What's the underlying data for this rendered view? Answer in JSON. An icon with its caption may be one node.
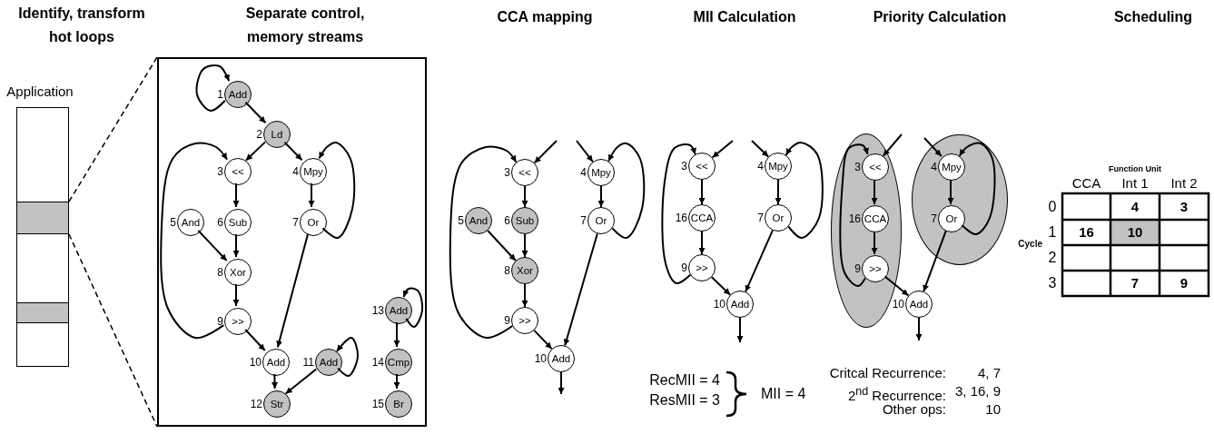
{
  "diagram": {
    "nodes": [
      {
        "text": [
          "Application"
        ]
      },
      {
        "text": [],
        "shape": "bar",
        "in": 0
      },
      {
        "text": [],
        "shape": "bar",
        "in": 0
      },
      {
        "text": [],
        "shape": "box"
      },
      {
        "text": [
          "Add"
        ],
        "beside": [
          "1"
        ],
        "in": 3
      },
      {
        "text": [
          "Ld"
        ],
        "beside": [
          "2"
        ],
        "in": 3
      },
      {
        "text": [
          "<<"
        ],
        "beside": [
          "3"
        ],
        "in": 3
      },
      {
        "text": [
          "Mpy"
        ],
        "beside": [
          "4"
        ],
        "in": 3
      },
      {
        "text": [
          "And"
        ],
        "beside": [
          "5"
        ],
        "in": 3
      },
      {
        "text": [
          "Sub"
        ],
        "beside": [
          "6"
        ],
        "in": 3
      },
      {
        "text": [
          "Or"
        ],
        "beside": [
          "7"
        ],
        "in": 3
      },
      {
        "text": [
          "Xor"
        ],
        "beside": [
          "8"
        ],
        "in": 3
      },
      {
        "text": [
          ">>"
        ],
        "beside": [
          "9"
        ],
        "in": 3
      },
      {
        "text": [
          "Add"
        ],
        "beside": [
          "10"
        ],
        "in": 3
      },
      {
        "text": [
          "Add"
        ],
        "beside": [
          "11"
        ],
        "in": 3
      },
      {
        "text": [
          "Str"
        ],
        "beside": [
          "12"
        ],
        "in": 3
      },
      {
        "text": [
          "Add"
        ],
        "beside": [
          "13"
        ],
        "in": 3
      },
      {
        "text": [
          "Cmp"
        ],
        "beside": [
          "14"
        ],
        "in": 3
      },
      {
        "text": [
          "Br"
        ],
        "beside": [
          "15"
        ],
        "in": 3
      },
      {
        "text": [
          "<<"
        ],
        "beside": [
          "3"
        ]
      },
      {
        "text": [
          "Mpy"
        ],
        "beside": [
          "4"
        ]
      },
      {
        "text": [
          "And"
        ],
        "beside": [
          "5"
        ]
      },
      {
        "text": [
          "Sub"
        ],
        "beside": [
          "6"
        ]
      },
      {
        "text": [
          "Or"
        ],
        "beside": [
          "7"
        ]
      },
      {
        "text": [
          "Xor"
        ],
        "beside": [
          "8"
        ]
      },
      {
        "text": [
          ">>"
        ],
        "beside": [
          "9"
        ]
      },
      {
        "text": [
          "Add"
        ],
        "beside": [
          "10"
        ]
      },
      {
        "text": [
          "<<"
        ],
        "beside": [
          "3"
        ]
      },
      {
        "text": [
          "Mpy"
        ],
        "beside": [
          "4"
        ]
      },
      {
        "text": [
          "CCA"
        ],
        "beside": [
          "16"
        ]
      },
      {
        "text": [
          "Or"
        ],
        "beside": [
          "7"
        ]
      },
      {
        "text": [
          ">>"
        ],
        "beside": [
          "9"
        ]
      },
      {
        "text": [
          "Add"
        ],
        "beside": [
          "10"
        ]
      },
      {
        "text": [],
        "shape": "ellipse"
      },
      {
        "text": [
          "<<"
        ],
        "beside": [
          "3"
        ],
        "in": 33
      },
      {
        "text": [
          "CCA"
        ],
        "beside": [
          "16"
        ],
        "in": 33
      },
      {
        "text": [
          ">>"
        ],
        "beside": [
          "9"
        ],
        "in": 33
      },
      {
        "text": [],
        "shape": "ellipse"
      },
      {
        "text": [
          "Mpy"
        ],
        "beside": [
          "4"
        ],
        "in": 37
      },
      {
        "text": [
          "Or"
        ],
        "beside": [
          "7"
        ],
        "in": 37
      },
      {
        "text": [
          "Add"
        ],
        "beside": [
          "10"
        ]
      }
    ],
    "edges": [
      {
        "from": 1,
        "to": 3,
        "arrow": "none",
        "style": "dashed"
      },
      {
        "from": 1,
        "to": 3,
        "arrow": "none",
        "style": "dashed"
      },
      {
        "from": 4,
        "to": 4,
        "arrow": "to"
      },
      {
        "from": 4,
        "to": 5,
        "arrow": "to"
      },
      {
        "from": 5,
        "to": 6,
        "arrow": "to"
      },
      {
        "from": 5,
        "to": 7,
        "arrow": "to"
      },
      {
        "from": 6,
        "to": 9,
        "arrow": "to"
      },
      {
        "from": 9,
        "to": 11,
        "arrow": "to"
      },
      {
        "from": 8,
        "to": 11,
        "arrow": "to"
      },
      {
        "from": 11,
        "to": 12,
        "arrow": "to"
      },
      {
        "from": 12,
        "to": 6,
        "arrow": "to"
      },
      {
        "from": 12,
        "to": 13,
        "arrow": "to"
      },
      {
        "from": 7,
        "to": 10,
        "arrow": "to"
      },
      {
        "from": 10,
        "to": 7,
        "arrow": "to"
      },
      {
        "from": 10,
        "to": 13,
        "arrow": "to"
      },
      {
        "from": 13,
        "to": 15,
        "arrow": "to"
      },
      {
        "from": 14,
        "to": 15,
        "arrow": "to"
      },
      {
        "from": 14,
        "to": 14,
        "arrow": "to"
      },
      {
        "from": 16,
        "to": 16,
        "arrow": "to"
      },
      {
        "from": 16,
        "to": 17,
        "arrow": "to"
      },
      {
        "from": 17,
        "to": 18,
        "arrow": "to"
      },
      {
        "from": null,
        "to": 19,
        "arrow": "to"
      },
      {
        "from": null,
        "to": 20,
        "arrow": "to"
      },
      {
        "from": 19,
        "to": 22,
        "arrow": "to"
      },
      {
        "from": 22,
        "to": 24,
        "arrow": "to"
      },
      {
        "from": 21,
        "to": 24,
        "arrow": "to"
      },
      {
        "from": 24,
        "to": 25,
        "arrow": "to"
      },
      {
        "from": 25,
        "to": 19,
        "arrow": "to"
      },
      {
        "from": 25,
        "to": 26,
        "arrow": "to"
      },
      {
        "from": 20,
        "to": 23,
        "arrow": "to"
      },
      {
        "from": 23,
        "to": 20,
        "arrow": "to"
      },
      {
        "from": 23,
        "to": 26,
        "arrow": "to"
      },
      {
        "from": 26,
        "to": null,
        "arrow": "to"
      },
      {
        "from": null,
        "to": 27,
        "arrow": "to"
      },
      {
        "from": null,
        "to": 28,
        "arrow": "to"
      },
      {
        "from": 27,
        "to": 29,
        "arrow": "to"
      },
      {
        "from": 29,
        "to": 31,
        "arrow": "to"
      },
      {
        "from": 31,
        "to": 27,
        "arrow": "to"
      },
      {
        "from": 31,
        "to": 32,
        "arrow": "to"
      },
      {
        "from": 28,
        "to": 30,
        "arrow": "to"
      },
      {
        "from": 30,
        "to": 28,
        "arrow": "to"
      },
      {
        "from": 30,
        "to": 32,
        "arrow": "to"
      },
      {
        "from": 32,
        "to": null,
        "arrow": "to"
      },
      {
        "from": null,
        "to": 34,
        "arrow": "to"
      },
      {
        "from": null,
        "to": 38,
        "arrow": "to"
      },
      {
        "from": 34,
        "to": 35,
        "arrow": "to"
      },
      {
        "from": 35,
        "to": 36,
        "arrow": "to"
      },
      {
        "from": 36,
        "to": 34,
        "arrow": "to"
      },
      {
        "from": 36,
        "to": 40,
        "arrow": "to"
      },
      {
        "from": 38,
        "to": 39,
        "arrow": "to"
      },
      {
        "from": 39,
        "to": 38,
        "arrow": "to"
      },
      {
        "from": 39,
        "to": 40,
        "arrow": "to"
      },
      {
        "from": 40,
        "to": null,
        "arrow": "to"
      }
    ],
    "labels": [
      "Identify, transform hot loops",
      "Separate control, memory streams",
      "CCA mapping",
      "MII Calculation",
      "Priority Calculation",
      "Scheduling",
      "RecMII = 4",
      "ResMII = 3",
      "MII = 4",
      "Critcal Recurrence:",
      "4, 7",
      "2$^{nd}$ Recurrence:",
      "3, 16, 9",
      "Other ops:",
      "10",
      "Function Unit",
      "CCA",
      "Int 1",
      "Int 2",
      "0",
      "4",
      "3",
      "Cycle",
      "1",
      "16",
      "10",
      "2",
      "3",
      "7",
      "9"
    ]
  }
}
